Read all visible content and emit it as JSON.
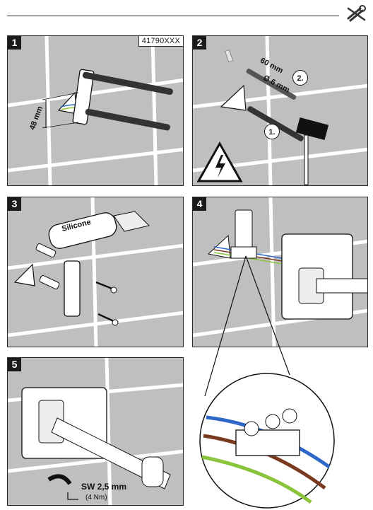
{
  "header": {
    "tool_icon": "wrench-screwdriver-icon"
  },
  "steps": [
    {
      "number": "1",
      "code": "41790XXX",
      "dimension": "48 mm"
    },
    {
      "number": "2",
      "drill_depth": "60 mm",
      "drill_diameter": "Ø 6 mm",
      "order": [
        "1.",
        "2."
      ],
      "warning_icon": "electric-hazard-icon"
    },
    {
      "number": "3",
      "sealant_label": "Silicone"
    },
    {
      "number": "4"
    },
    {
      "number": "5",
      "key_size": "SW 2,5 mm",
      "torque": "(4 Nm)"
    }
  ],
  "colors": {
    "panel_bg": "#bfbfbf",
    "grout": "#ffffff",
    "wire_blue": "#2f67c8",
    "wire_brown": "#7a3a20",
    "wire_green": "#8ac43a"
  }
}
